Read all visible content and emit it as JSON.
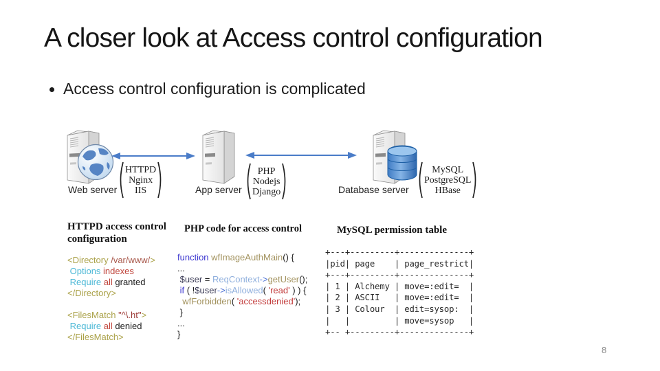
{
  "slide": {
    "title": "A closer look at Access control configuration",
    "bullet": "Access control configuration is complicated",
    "page_number": "8"
  },
  "diagram": {
    "arrow_color": "#4a7cc8",
    "servers": [
      {
        "label": "Web server",
        "icon": "globe-server-icon",
        "stack": [
          "HTTPD",
          "Nginx",
          "IIS"
        ]
      },
      {
        "label": "App server",
        "icon": "server-icon",
        "stack": [
          "PHP",
          "Nodejs",
          "Django"
        ]
      },
      {
        "label": "Database server",
        "icon": "database-server-icon",
        "stack": [
          "MySQL",
          "PostgreSQL",
          "HBase"
        ]
      }
    ]
  },
  "token_colors": {
    "plain": "#1d1d1d",
    "tag": "#aba24a",
    "path": "#a8574a",
    "dir": "#4cb8d6",
    "val": "#c0453c",
    "str": "#9c3a36",
    "kw": "#3a35cf",
    "fn": "#a3935f",
    "cls": "#8fafdd",
    "var": "#3c3c57",
    "op": "#4a6fd4",
    "str2": "#c23a3a",
    "mono": "#2a2a2a"
  },
  "panels": [
    {
      "title": "HTTPD access control configuration",
      "lines": [
        [
          {
            "t": "<Directory ",
            "c": "tag"
          },
          {
            "t": "/var/www/",
            "c": "path"
          },
          {
            "t": ">",
            "c": "tag"
          }
        ],
        [
          {
            "t": " ",
            "c": "plain"
          },
          {
            "t": "Options ",
            "c": "dir"
          },
          {
            "t": "indexes",
            "c": "val"
          }
        ],
        [
          {
            "t": " ",
            "c": "plain"
          },
          {
            "t": "Require ",
            "c": "dir"
          },
          {
            "t": "all ",
            "c": "val"
          },
          {
            "t": "granted",
            "c": "plain"
          }
        ],
        [
          {
            "t": "</Directory>",
            "c": "tag"
          }
        ],
        [],
        [
          {
            "t": "<FilesMatch ",
            "c": "tag"
          },
          {
            "t": "\"^\\.ht\"",
            "c": "str"
          },
          {
            "t": ">",
            "c": "tag"
          }
        ],
        [
          {
            "t": " ",
            "c": "plain"
          },
          {
            "t": "Require ",
            "c": "dir"
          },
          {
            "t": "all ",
            "c": "val"
          },
          {
            "t": "denied",
            "c": "plain"
          }
        ],
        [
          {
            "t": "</FilesMatch>",
            "c": "tag"
          }
        ]
      ]
    },
    {
      "title": "PHP code for access control",
      "lines": [
        [
          {
            "t": "function ",
            "c": "kw"
          },
          {
            "t": "wfImageAuthMain",
            "c": "fn"
          },
          {
            "t": "() {",
            "c": "plain"
          }
        ],
        [
          {
            "t": "...",
            "c": "plain"
          }
        ],
        [
          {
            "t": " ",
            "c": "plain"
          },
          {
            "t": "$user",
            "c": "var"
          },
          {
            "t": " = ",
            "c": "plain"
          },
          {
            "t": "ReqContext",
            "c": "cls"
          },
          {
            "t": "->",
            "c": "op"
          },
          {
            "t": "getUser",
            "c": "fn"
          },
          {
            "t": "();",
            "c": "plain"
          }
        ],
        [
          {
            "t": " ",
            "c": "plain"
          },
          {
            "t": "if",
            "c": "kw"
          },
          {
            "t": " ( !",
            "c": "plain"
          },
          {
            "t": "$user",
            "c": "var"
          },
          {
            "t": "->",
            "c": "op"
          },
          {
            "t": "isAllowed",
            "c": "cls"
          },
          {
            "t": "( ",
            "c": "plain"
          },
          {
            "t": "'read'",
            "c": "str2"
          },
          {
            "t": " ) ) {",
            "c": "plain"
          }
        ],
        [
          {
            "t": "  ",
            "c": "plain"
          },
          {
            "t": "wfForbidden",
            "c": "fn"
          },
          {
            "t": "( ",
            "c": "plain"
          },
          {
            "t": "'accessdenied'",
            "c": "str2"
          },
          {
            "t": ");",
            "c": "plain"
          }
        ],
        [
          {
            "t": " }",
            "c": "plain"
          }
        ],
        [
          {
            "t": "...",
            "c": "plain"
          }
        ],
        [
          {
            "t": "}",
            "c": "plain"
          }
        ]
      ]
    },
    {
      "title": "MySQL permission table",
      "lines": [
        [
          {
            "t": "+---+---------+--------------+",
            "c": "mono"
          }
        ],
        [
          {
            "t": "|pid| page    | page_restrict|",
            "c": "mono"
          }
        ],
        [
          {
            "t": "+---+---------+--------------+",
            "c": "mono"
          }
        ],
        [
          {
            "t": "| 1 | Alchemy | move=:edit=  |",
            "c": "mono"
          }
        ],
        [
          {
            "t": "| 2 | ASCII   | move=:edit=  |",
            "c": "mono"
          }
        ],
        [
          {
            "t": "| 3 | Colour  | edit=sysop:  |",
            "c": "mono"
          }
        ],
        [
          {
            "t": "|   |         | move=sysop   |",
            "c": "mono"
          }
        ],
        [
          {
            "t": "+-- +---------+--------------+",
            "c": "mono"
          }
        ]
      ]
    }
  ]
}
